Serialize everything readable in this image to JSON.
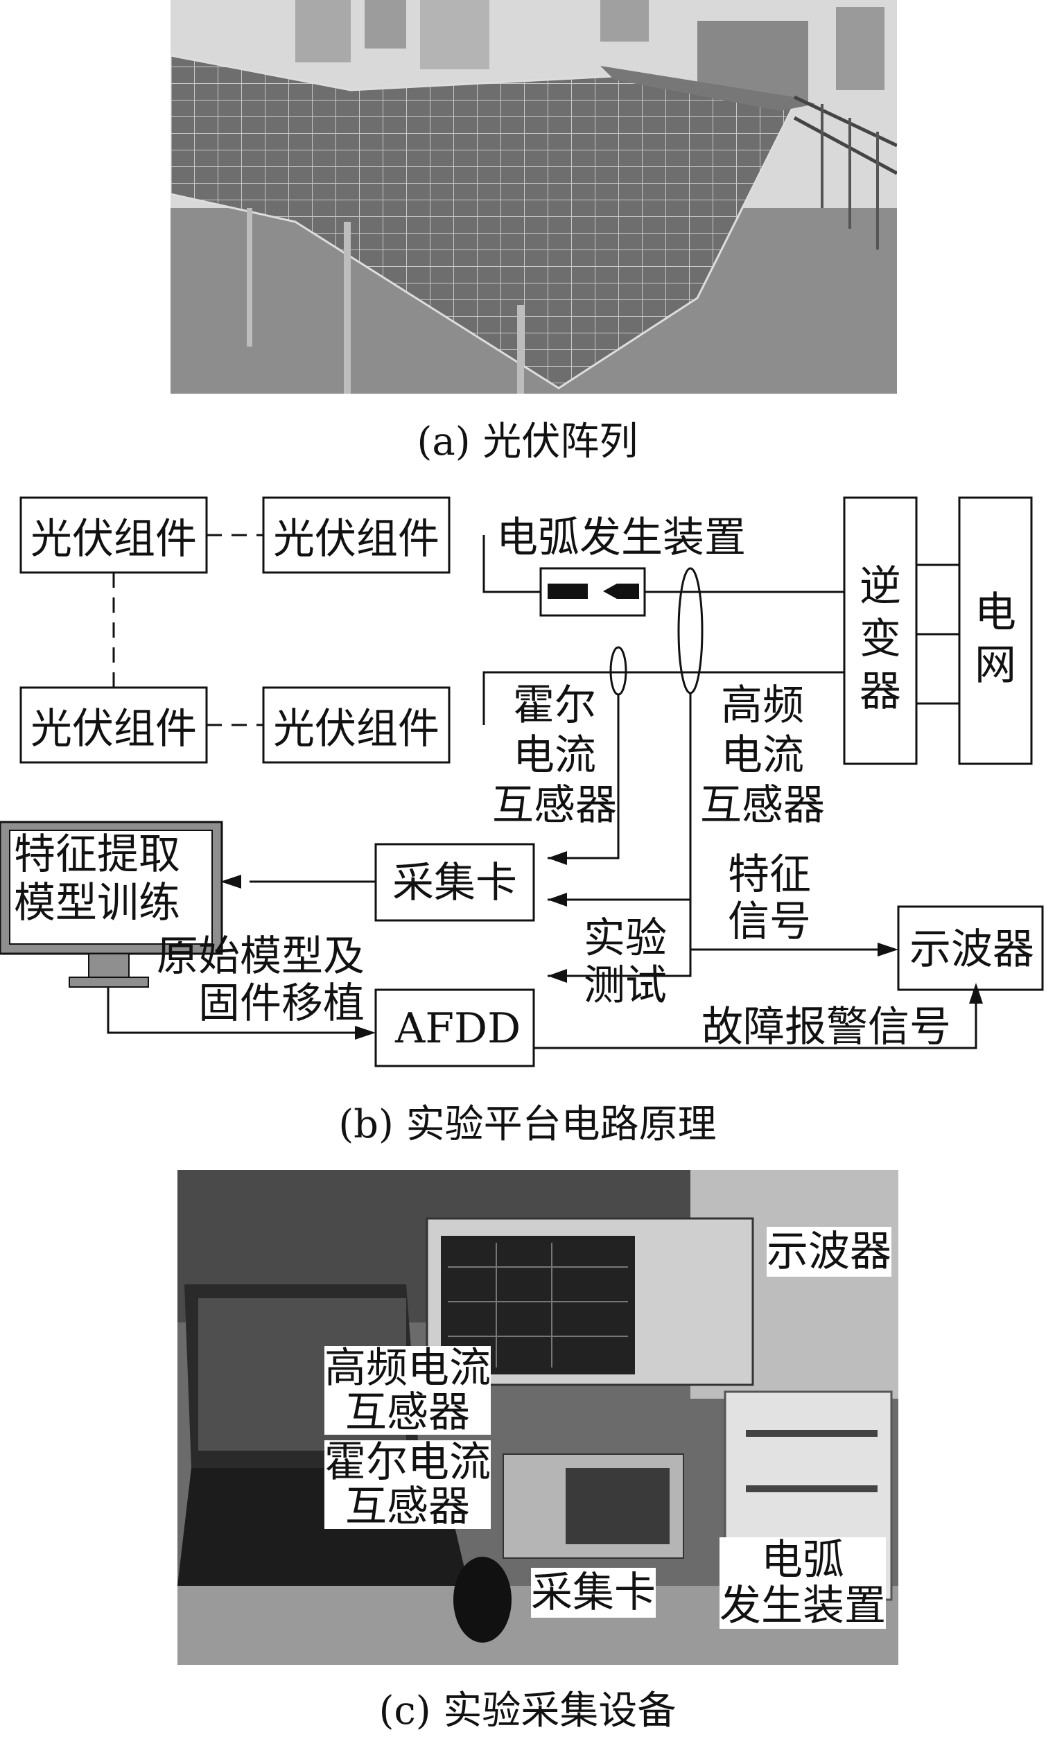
{
  "photo_a": {
    "caption": "(a)  光伏阵列"
  },
  "diagram_b": {
    "caption": "(b)  实验平台电路原理",
    "pv_module": "光伏组件",
    "arc_device": "电弧发生装置",
    "inverter": "逆\n变\n器",
    "grid": "电\n网",
    "hall_ct": "霍尔\n电流\n互感器",
    "hf_ct": "高频\n电流\n互感器",
    "daq_card": "采集卡",
    "pc_label": "特征提取\n模型训练",
    "model_porting": "原始模型及\n固件移植",
    "afdd": "AFDD",
    "test": "实验\n测试",
    "feature_signal": "特征\n信号",
    "oscilloscope": "示波器",
    "fault_alarm": "故障报警信号"
  },
  "photo_c": {
    "caption": "(c)  实验采集设备",
    "oscilloscope": "示波器",
    "hf_ct": "高频电流\n互感器",
    "hall_ct": "霍尔电流\n互感器",
    "daq_card": "采集卡",
    "arc_device": "电弧\n发生装置"
  }
}
